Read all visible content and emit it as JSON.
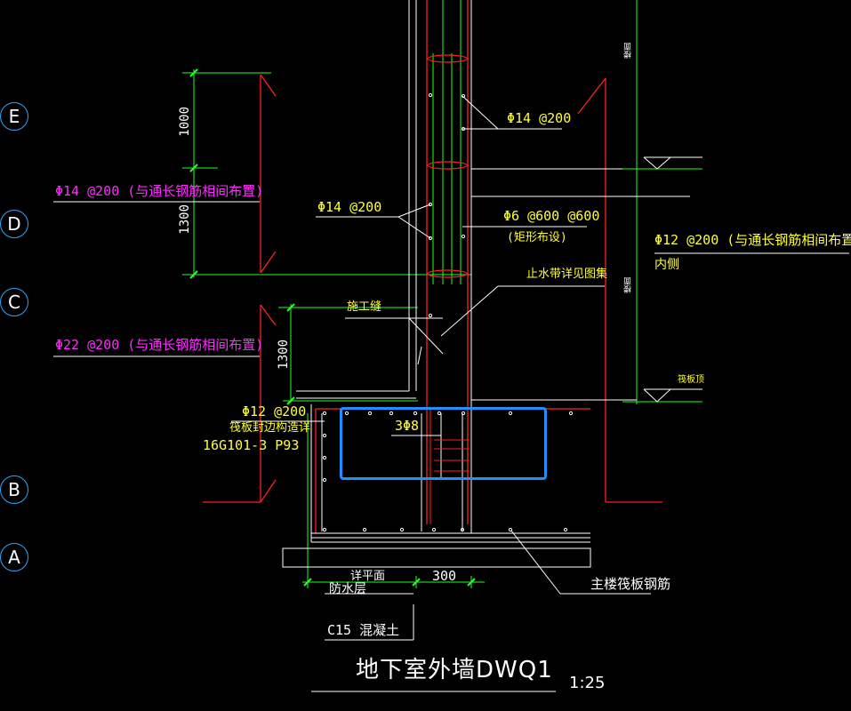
{
  "axes": [
    "E",
    "D",
    "C",
    "B",
    "A"
  ],
  "dimensions": {
    "d1000": "1000",
    "d1300_upper": "1300",
    "d1300_lower": "1300",
    "d300": "300"
  },
  "labels": {
    "rebar_14_left": "Φ14 @200 (与通长钢筋相间布置)",
    "rebar_22_left": "Φ22 @200 (与通长钢筋相间布置)",
    "rebar_14_mid": "Φ14 @200",
    "rebar_14_top": "Φ14 @200",
    "rebar_6_tie": "Φ6 @600 @600",
    "rebar_6_tie_note": "(矩形布设)",
    "rebar_12_right": "Φ12 @200 (与通长钢筋相间布置)",
    "inner_side": "内侧",
    "waterstop": "止水带详见图集",
    "construction_joint": "施工缝",
    "rebar_12_slab": "Φ12 @200",
    "slab_edge_note": "筏板封边构造详",
    "atlas_ref": "16G101-3 P93",
    "stirrup_3": "3Φ8",
    "detail_plan": "详平面",
    "waterproof": "防水层",
    "concrete_c15": "C15 混凝土",
    "main_raft": "主楼筏板钢筋",
    "raft_top": "筏板顶",
    "elev_tag_upper": "楼面",
    "elev_tag_lower": "楼面"
  },
  "title": {
    "name": "地下室外墙DWQ1",
    "scale": "1:25"
  },
  "colors": {
    "wall_red": "#ff2020",
    "dim_green": "#22ff22",
    "leader_white": "#ffffff",
    "select_blue": "#1e90ff",
    "axis_blue": "#2aa7ff",
    "text_magenta": "#ff2bff",
    "text_yellow": "#ffff33"
  }
}
